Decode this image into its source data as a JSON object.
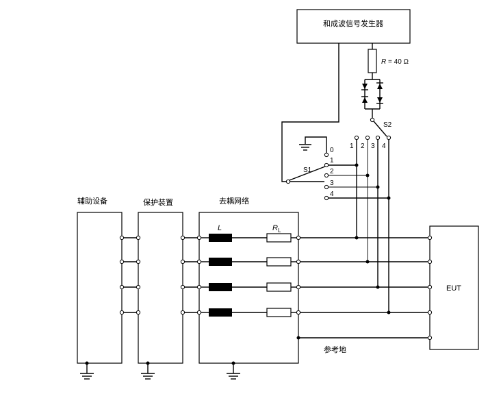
{
  "generator": {
    "label": "和成波信号发生器"
  },
  "resistor": {
    "r_symbol": "R",
    "r_value": " = 40 Ω"
  },
  "switch_s1": {
    "label": "S1",
    "positions": [
      "0",
      "1",
      "2",
      "3",
      "4"
    ]
  },
  "switch_s2": {
    "label": "S2",
    "positions": [
      "1",
      "2",
      "3",
      "4"
    ]
  },
  "blocks": {
    "auxiliary": "辅助设备",
    "protection": "保护装置",
    "decoupling": "去耦网络",
    "eut": "EUT"
  },
  "components": {
    "inductor": "L",
    "resistor_main": "R",
    "resistor_sub": "L"
  },
  "ground_reference": "参考地"
}
